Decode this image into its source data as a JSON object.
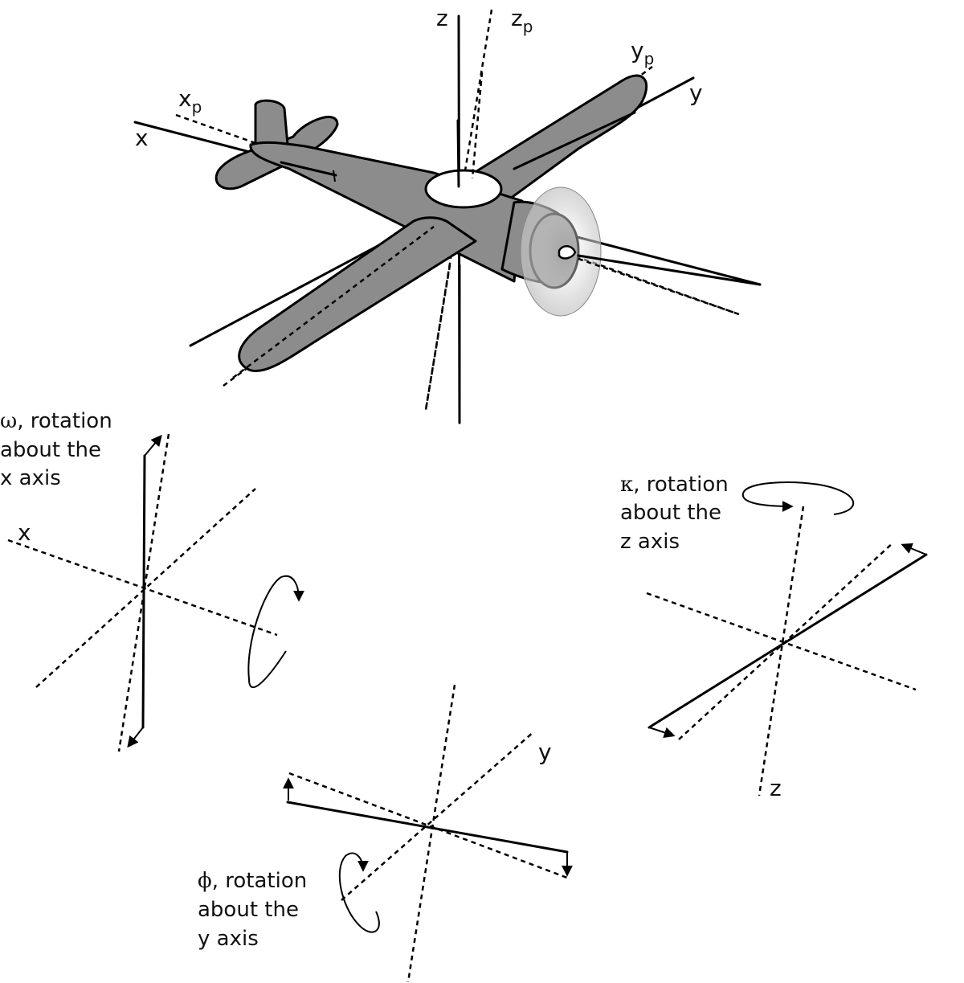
{
  "aircraft": {
    "axes": {
      "x": "x",
      "y": "y",
      "z": "z",
      "xp": {
        "base": "x",
        "sub": "p"
      },
      "yp": {
        "base": "y",
        "sub": "p"
      },
      "zp": {
        "base": "z",
        "sub": "p"
      }
    }
  },
  "panels": {
    "omega": {
      "symbol": "ω",
      "caption": [
        ", rotation",
        "about the",
        "x axis"
      ],
      "axis_label": "x"
    },
    "phi": {
      "symbol": "ϕ",
      "caption": [
        ", rotation",
        "about the",
        "y axis"
      ],
      "axis_label": "y"
    },
    "kappa": {
      "symbol": "κ",
      "caption": [
        ", rotation",
        "about the",
        "z axis"
      ],
      "axis_label": "z"
    }
  },
  "colors": {
    "airframe": "#8c8c8c",
    "canopy": "#ffffff",
    "propeller_disc": "#d6d6d6",
    "ink": "#000000"
  }
}
